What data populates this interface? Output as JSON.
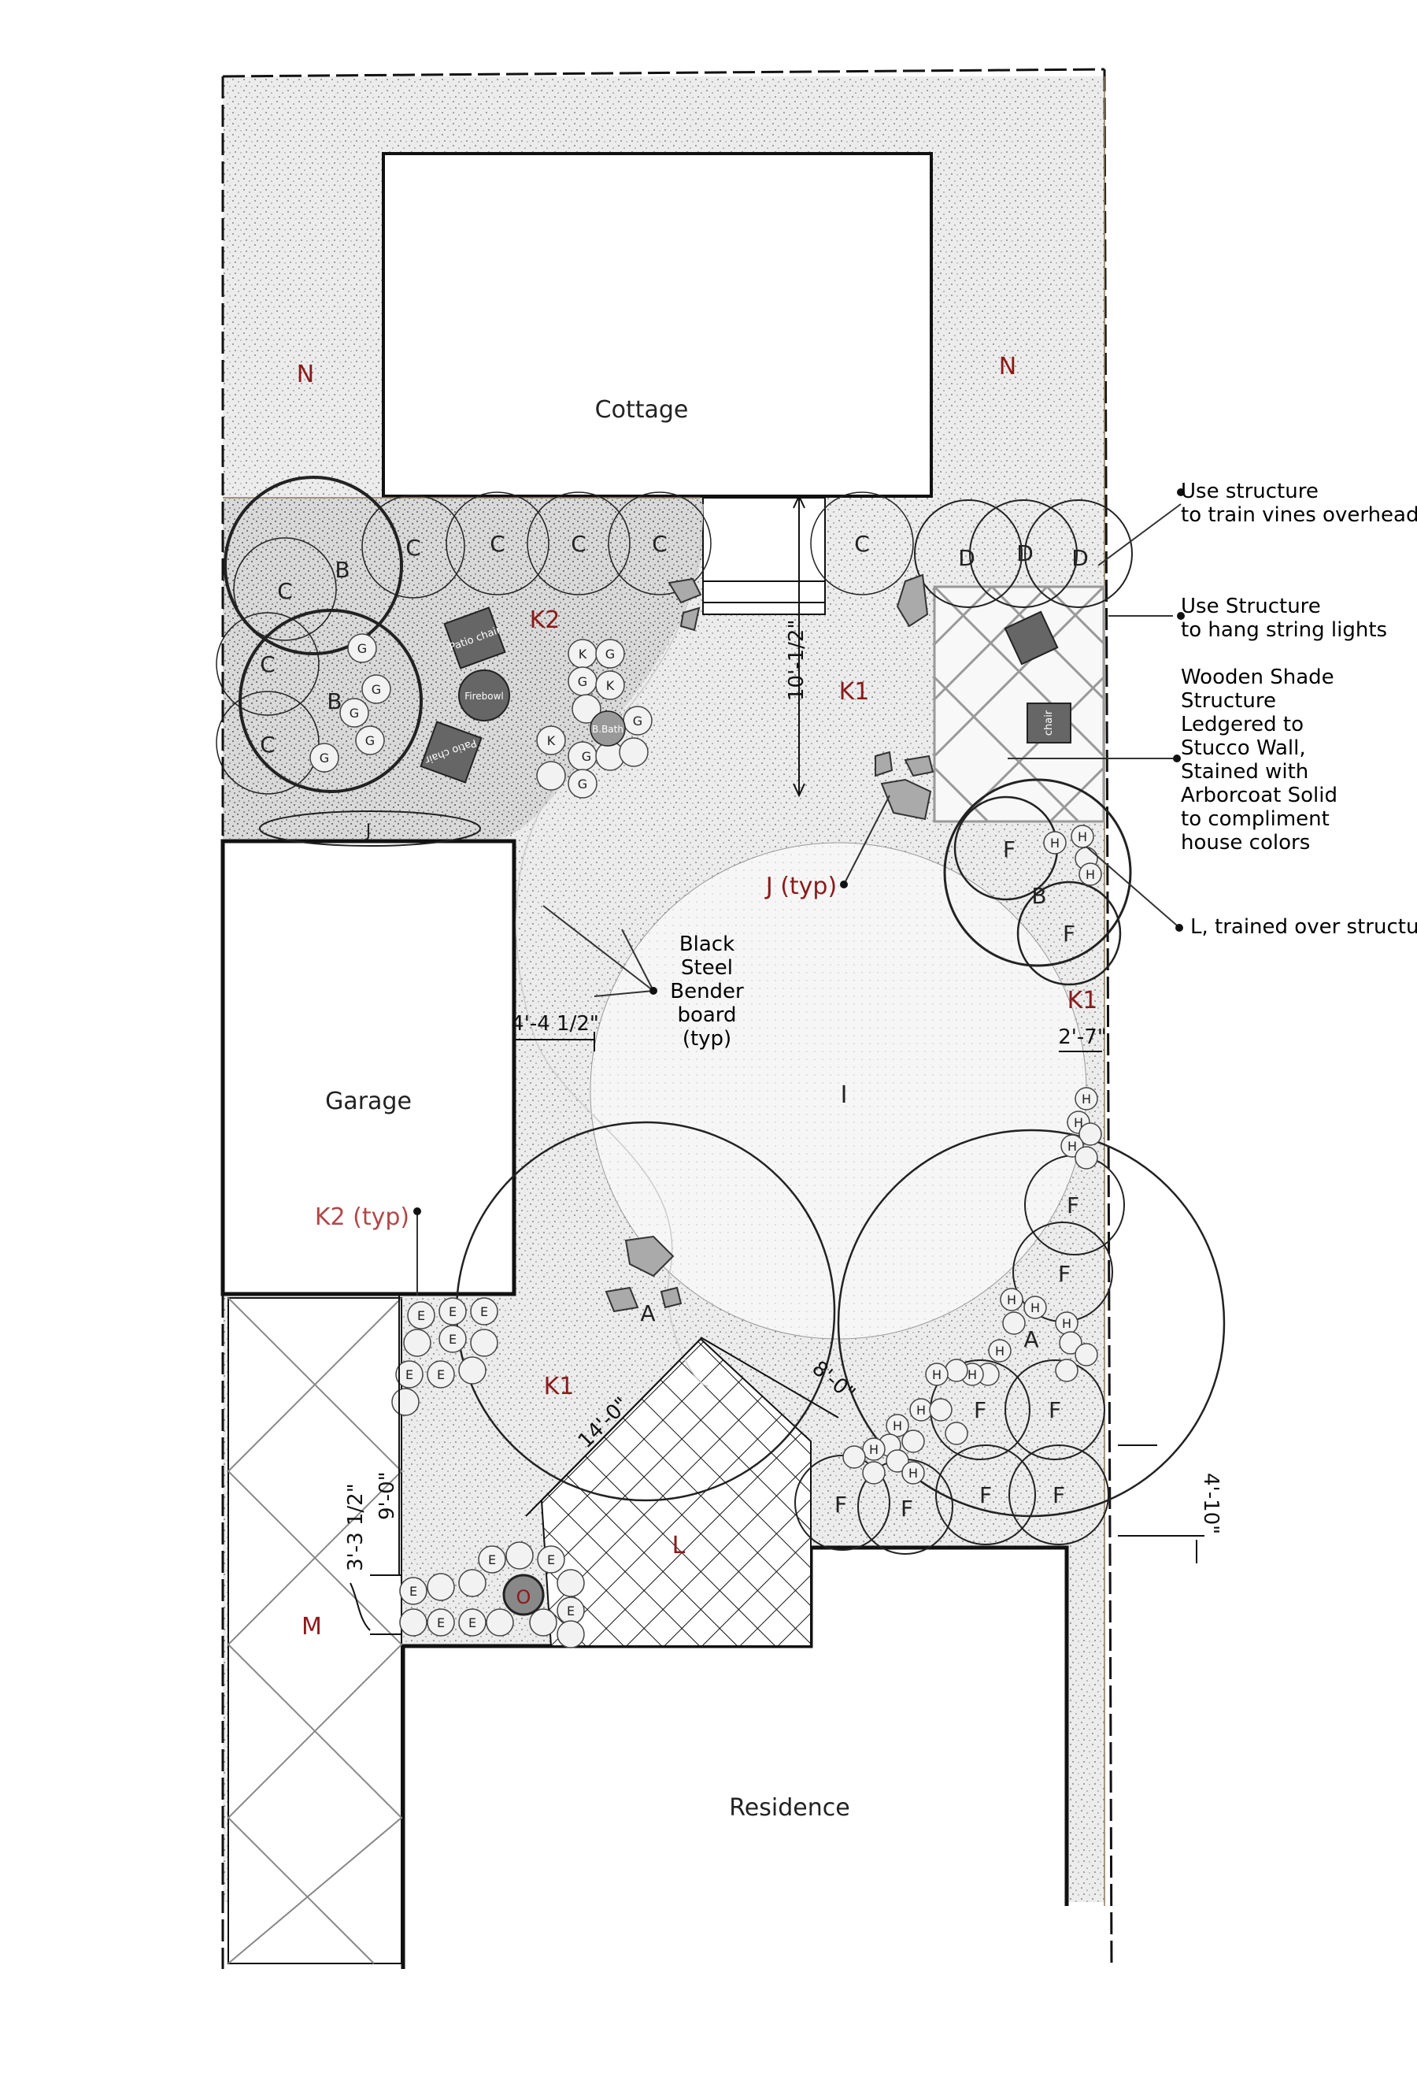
{
  "buildings": {
    "cottage": "Cottage",
    "garage": "Garage",
    "residence": "Residence"
  },
  "zone_labels": {
    "n_left": "N",
    "n_right": "N",
    "k2": "K2",
    "k2_typ": "K2 (typ)",
    "k1_top": "K1",
    "k1_right": "K1",
    "k1_left": "K1",
    "j_typ": "J (typ)",
    "i": "I",
    "l": "L",
    "m": "M",
    "o": "O"
  },
  "plant_labels": {
    "a": "A",
    "b": "B",
    "c": "C",
    "d": "D",
    "e": "E",
    "f": "F",
    "g": "G",
    "h": "H",
    "j": "J",
    "k": "K"
  },
  "furniture": {
    "patio_chair": "Patio chair",
    "firebowl": "Firebowl",
    "bird_bath": "B.Bath",
    "chair": "chair"
  },
  "dimensions": {
    "d_10_half": "10'-1/2\"",
    "d_4_4": "4'-4 1/2\"",
    "d_2_7": "2'-7\"",
    "d_8_0": "8'-0\"",
    "d_14_0": "14'-0\"",
    "d_9_0": "9'-0\"",
    "d_3_3": "3'-3 1/2\"",
    "d_4_10": "4'-10\""
  },
  "notes": {
    "vines_1": "Use structure",
    "vines_2": "to train vines overhead",
    "lights_1": "Use Structure",
    "lights_2": "to hang string lights",
    "shade_1": "Wooden Shade",
    "shade_2": "Structure",
    "shade_3": "Ledgered to",
    "shade_4": "Stucco Wall,",
    "shade_5": "Stained with",
    "shade_6": "Arborcoat Solid",
    "shade_7": "to compliment",
    "shade_8": "house colors",
    "l_trained": "L, trained over structu",
    "bender_1": "Black",
    "bender_2": "Steel",
    "bender_3": "Bender",
    "bender_4": "board",
    "bender_5": "(typ)"
  },
  "colors": {
    "wall": "#111111",
    "stipple_bg": "#e9e9e9",
    "stipple_dot": "#6a6a6a",
    "zone_red": "#8b1a1a",
    "leader": "#444444"
  }
}
